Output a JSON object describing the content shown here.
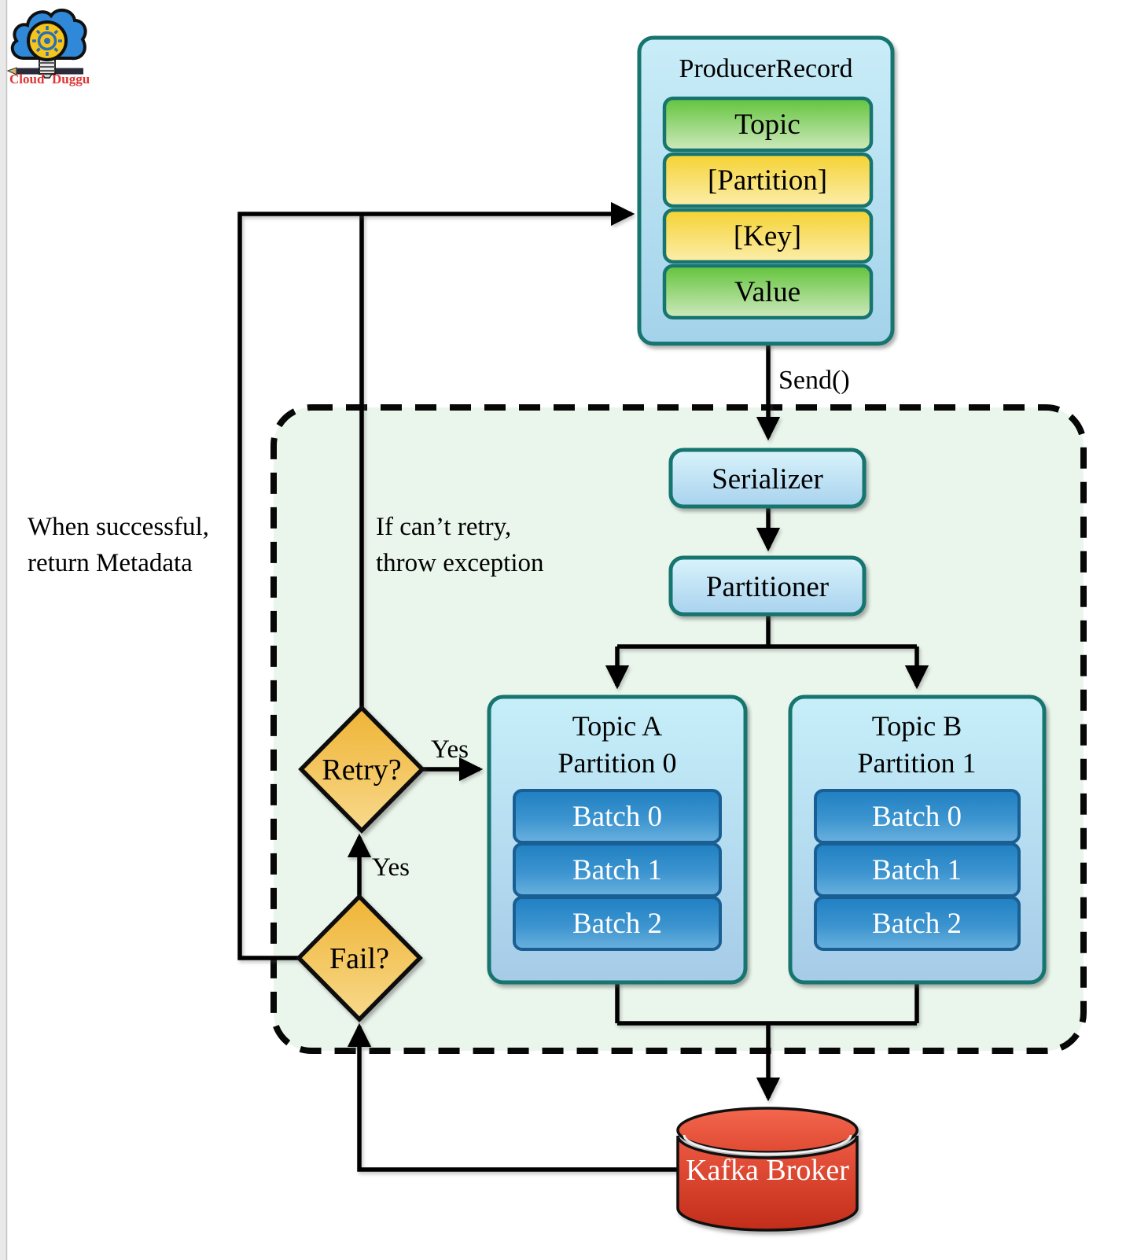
{
  "logo": {
    "brand_left": "Cloud",
    "brand_right": "Duggu"
  },
  "producer_record": {
    "title": "ProducerRecord",
    "fields": [
      {
        "label": "Topic",
        "type": "green"
      },
      {
        "label": "[Partition]",
        "type": "yellow"
      },
      {
        "label": "[Key]",
        "type": "yellow"
      },
      {
        "label": "Value",
        "type": "green"
      }
    ]
  },
  "edges": {
    "send": "Send()",
    "retry_to_topic_yes": "Yes",
    "fail_to_retry_yes": "Yes"
  },
  "annotations": {
    "success_line1": "When successful,",
    "success_line2": "return Metadata",
    "retry_line1": "If can’t retry,",
    "retry_line2": "throw exception"
  },
  "pipeline": {
    "serializer": "Serializer",
    "partitioner": "Partitioner"
  },
  "decisions": {
    "retry": "Retry?",
    "fail": "Fail?"
  },
  "partitions": [
    {
      "title_line1": "Topic A",
      "title_line2": "Partition 0",
      "batches": [
        "Batch 0",
        "Batch 1",
        "Batch 2"
      ]
    },
    {
      "title_line1": "Topic B",
      "title_line2": "Partition 1",
      "batches": [
        "Batch 0",
        "Batch 1",
        "Batch 2"
      ]
    }
  ],
  "broker": {
    "label": "Kafka Broker"
  },
  "colors": {
    "teal_border": "#17756f",
    "record_fill_top": "#c9edf8",
    "record_fill_bottom": "#a3d2ea",
    "green_field_top": "#62c43c",
    "green_field_bottom": "#cfe9bd",
    "yellow_field_top": "#f5d232",
    "yellow_field_bottom": "#fceeab",
    "pipeline_fill_top": "#d9f3fb",
    "pipeline_fill_bottom": "#a8d2ee",
    "batch_blue_top": "#2080c2",
    "batch_blue_bottom": "#62abd9",
    "batch_border": "#1a5f93",
    "diamond_top": "#efb435",
    "diamond_bottom": "#f8d98c",
    "region_fill": "#eaf6ec",
    "broker_red_top": "#ed5740",
    "broker_red_bottom": "#c12d19",
    "line_black": "#000000"
  }
}
